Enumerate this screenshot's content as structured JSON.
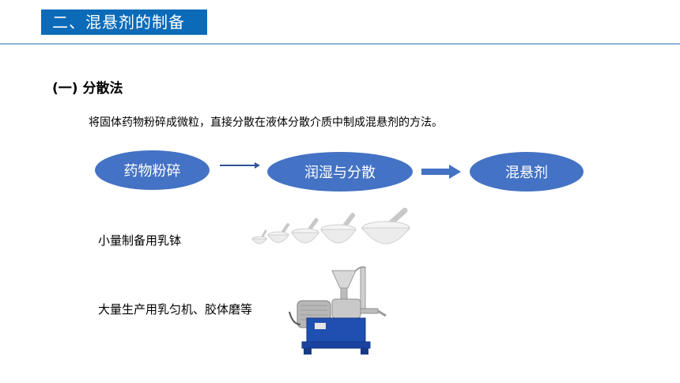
{
  "header": {
    "title": "二、混悬剂的制备"
  },
  "section": {
    "heading": "(一) 分散法",
    "definition": "将固体药物粉碎成微粒，直接分散在液体分散介质中制成混悬剂的方法。"
  },
  "flow": {
    "steps": [
      "药物粉碎",
      "润湿与分散",
      "混悬剂"
    ]
  },
  "equipment": {
    "small_scale": "小量制备用乳钵",
    "large_scale": "大量生产用乳匀机、胶体磨等"
  },
  "colors": {
    "title_bar": "#0b6bb8",
    "flow_node": "#4472c4",
    "divider": "#2d6fb7"
  }
}
